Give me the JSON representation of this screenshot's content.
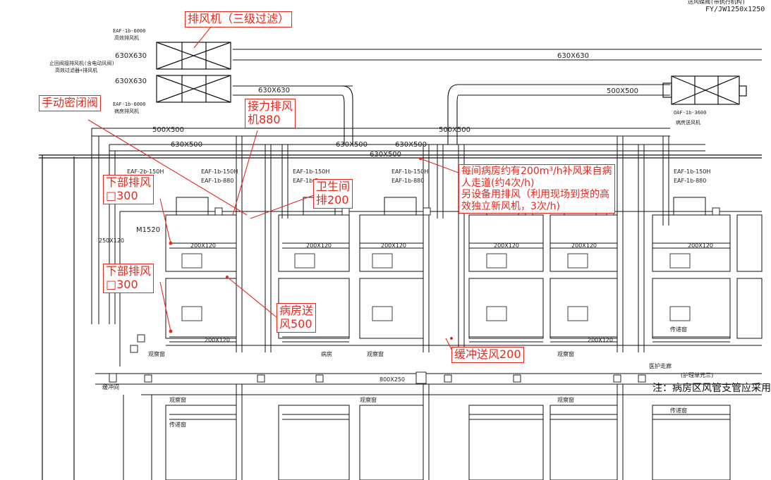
{
  "header": {
    "top_right_small": "送风蝶阀(带执行机构)",
    "top_right_code": "FY/JW1250x1250"
  },
  "equipment": {
    "exhaust_fan_1_code": "EAF-1b-6000",
    "exhaust_fan_1_name": "高效排风机",
    "exhaust_fan_2_code": "EAF-1b-6000",
    "exhaust_fan_2_name": "病房排风机",
    "supply_fan_code": "OAF-1b-3600",
    "supply_fan_name": "病房送风机",
    "left_note_1": "止回阀接排风机(含电动风阀)",
    "left_note_2": "高效过滤器+排风机"
  },
  "duct_sizes": {
    "d630_630_top": "630X630",
    "d630_630_left_a": "630X630",
    "d630_630_left_b": "630X630",
    "d630_630_mid": "630X630",
    "d500_500_right": "500X500",
    "d500_500_left": "500X500",
    "d500_500_center": "500X500",
    "d630_500_a": "630X500",
    "d630_500_b": "630X500",
    "d630_500_c": "630X500",
    "d630_500_d": "630X500",
    "d200_120_a": "200X120",
    "d200_120_b": "200X120",
    "d200_120_c": "200X120",
    "d200_120_d": "200X120",
    "d200_120_e": "200X120",
    "d200_120_f": "200X120",
    "d200_120_g": "200X120",
    "d200_120_h": "200X120",
    "d800_250": "800X250",
    "d250_120": "250X120"
  },
  "fan_labels": {
    "eaf_2b_150h": "EAF-2b-150H",
    "eaf_1b_150h_a": "EAF-1b-150H",
    "eaf_1b_880_a": "EAF-1b-880",
    "eaf_1b_150h_b": "EAF-1b-150H",
    "eaf_1b_880_b": "EAF-1b-8",
    "eaf_1b_150h_c": "EAF-1b-150H",
    "eaf_1b_880_c": "EAF-1b-880",
    "eaf_1b_150h_d": "EAF-1b-150H",
    "eaf_1b_880_d": "EAF-1b-880",
    "door_m1520": "M1520"
  },
  "rooms": {
    "observation": "观察窗",
    "buffer": "缓冲间",
    "ward": "病房",
    "corridor": "医护走廊",
    "unit": "(护理单元三)",
    "transfer": "传递窗"
  },
  "callouts": {
    "exhaust_fan": "排风机（三级过滤）",
    "manual_damper": "手动密闭阀",
    "relay_fan_line1": "接力排风",
    "relay_fan_line2": "机880",
    "low_exhaust_1_line1": "下部排风",
    "low_exhaust_1_line2": "□300",
    "low_exhaust_2_line1": "下部排风",
    "low_exhaust_2_line2": "□300",
    "toilet_line1": "卫生间",
    "toilet_line2": "排200",
    "ward_supply_line1": "病房送",
    "ward_supply_line2": "风500",
    "buffer_supply": "缓冲送风200",
    "note_line1": "每间病房约有200m³/h补风来自病",
    "note_line2": "人走道(约4次/h)",
    "note_line3": "另设备用排风（利用现场到货的高",
    "note_line4": "效独立新风机，3次/h)"
  },
  "bottom_note": "注：病房区风管支管应采用",
  "colors": {
    "annotation_red": "#e8281e",
    "line_black": "#111111"
  }
}
